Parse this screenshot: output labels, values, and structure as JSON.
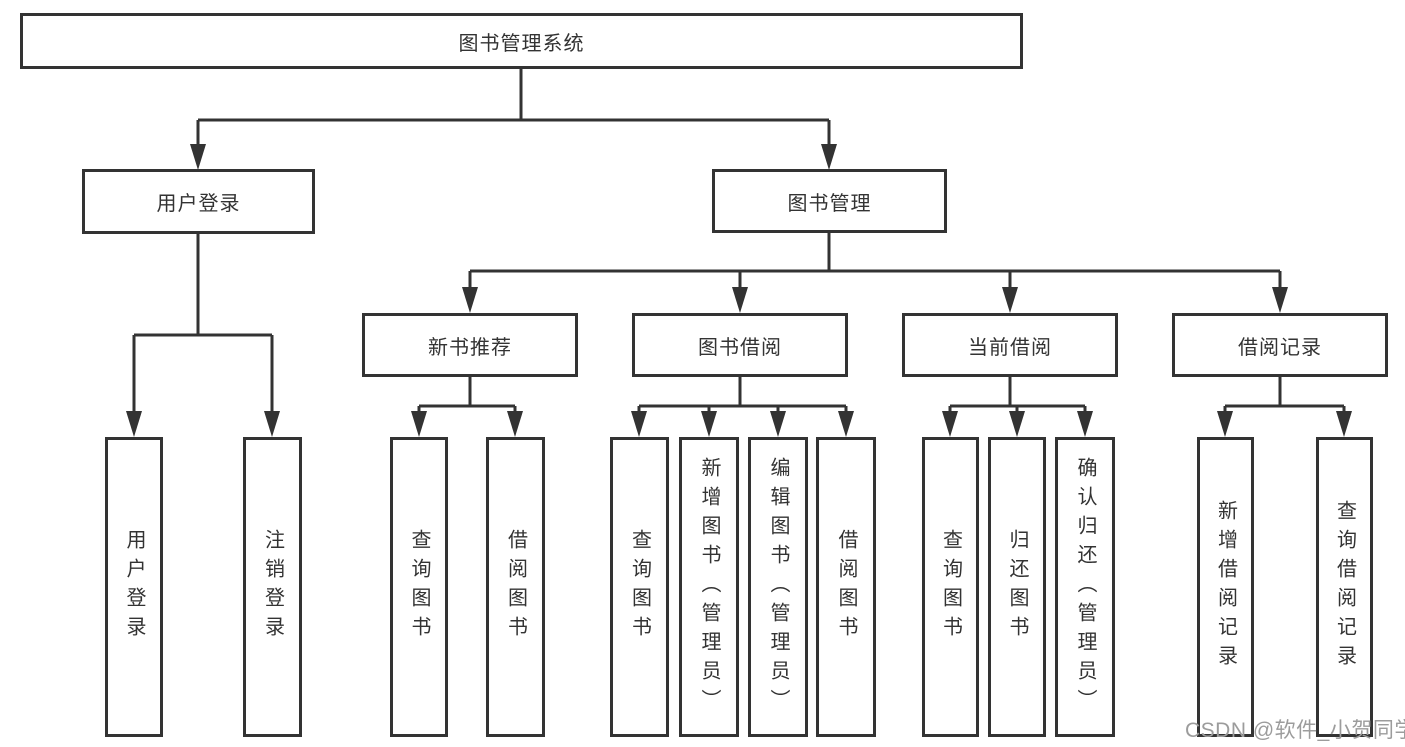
{
  "tree": {
    "root": {
      "label": "图书管理系统"
    },
    "branches": [
      {
        "label": "用户登录",
        "children": [
          {
            "label": "用户登录"
          },
          {
            "label": "注销登录"
          }
        ]
      },
      {
        "label": "图书管理",
        "children": [
          {
            "label": "新书推荐",
            "children": [
              {
                "label": "查询图书"
              },
              {
                "label": "借阅图书"
              }
            ]
          },
          {
            "label": "图书借阅",
            "children": [
              {
                "label": "查询图书"
              },
              {
                "label": "新增图书（管理员）"
              },
              {
                "label": "编辑图书（管理员）"
              },
              {
                "label": "借阅图书"
              }
            ]
          },
          {
            "label": "当前借阅",
            "children": [
              {
                "label": "查询图书"
              },
              {
                "label": "归还图书"
              },
              {
                "label": "确认归还（管理员）"
              }
            ]
          },
          {
            "label": "借阅记录",
            "children": [
              {
                "label": "新增借阅记录"
              },
              {
                "label": "查询借阅记录"
              }
            ]
          }
        ]
      }
    ]
  },
  "colors": {
    "line": "#333333",
    "text": "#333333",
    "watermark": "#9c9c9c",
    "background": "#ffffff"
  },
  "watermark": {
    "text": "CSDN @软件_小贺同学"
  }
}
